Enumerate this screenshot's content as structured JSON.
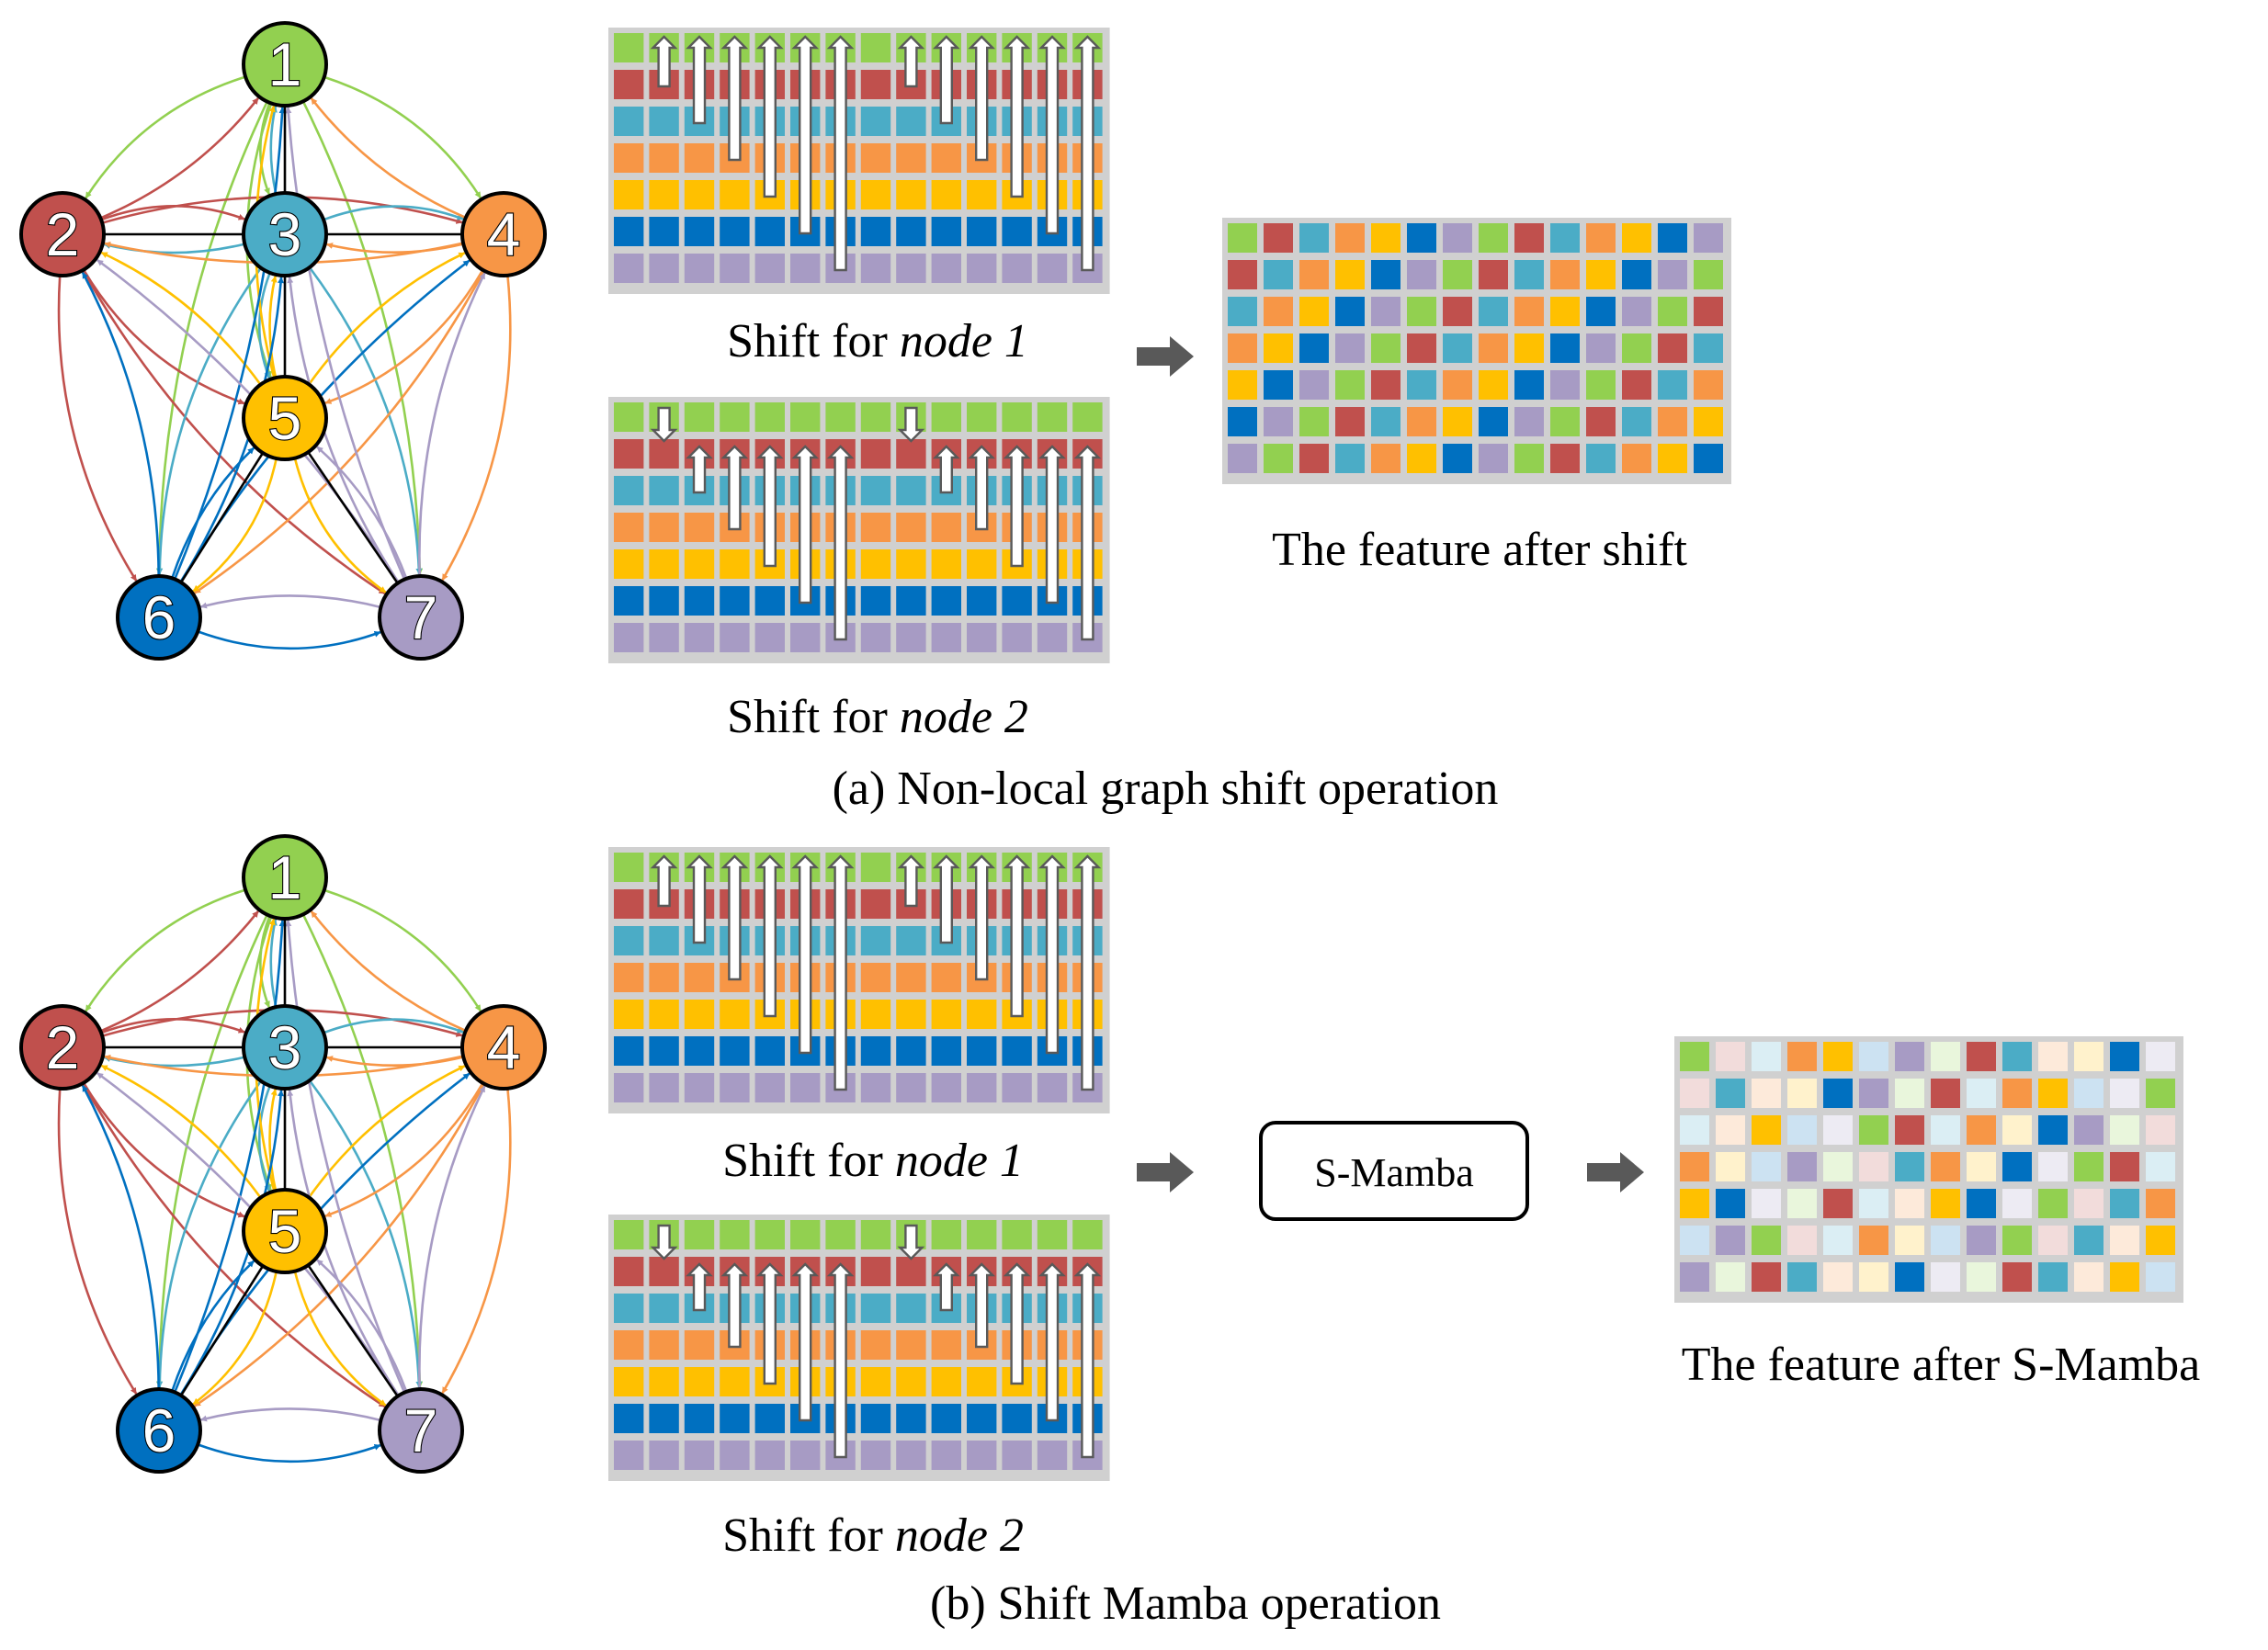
{
  "colors": {
    "green": "#92D050",
    "red": "#C0504D",
    "cyan": "#4BACC6",
    "orange": "#F79646",
    "yellow": "#FFC000",
    "blue": "#0070C0",
    "purple": "#A79BC4",
    "grid_bg": "#D0D0D0",
    "arrow_grey": "#595959",
    "edge_black": "#000000"
  },
  "nodes": [
    {
      "id": "1",
      "color": "green"
    },
    {
      "id": "2",
      "color": "red"
    },
    {
      "id": "3",
      "color": "cyan"
    },
    {
      "id": "4",
      "color": "orange"
    },
    {
      "id": "5",
      "color": "yellow"
    },
    {
      "id": "6",
      "color": "blue"
    },
    {
      "id": "7",
      "color": "purple"
    }
  ],
  "grid_rows": [
    "green",
    "red",
    "cyan",
    "orange",
    "yellow",
    "blue",
    "purple"
  ],
  "shift_node1": {
    "prefix": "Shift for ",
    "node": "node 1"
  },
  "shift_node2": {
    "prefix": "Shift for ",
    "node": "node 2"
  },
  "feature_after_shift": "The feature after shift",
  "feature_after_smamba": "The feature after S-Mamba",
  "smamba_label": "S-Mamba",
  "caption_a": "(a) Non-local graph shift operation",
  "caption_b": "(b) Shift Mamba operation"
}
